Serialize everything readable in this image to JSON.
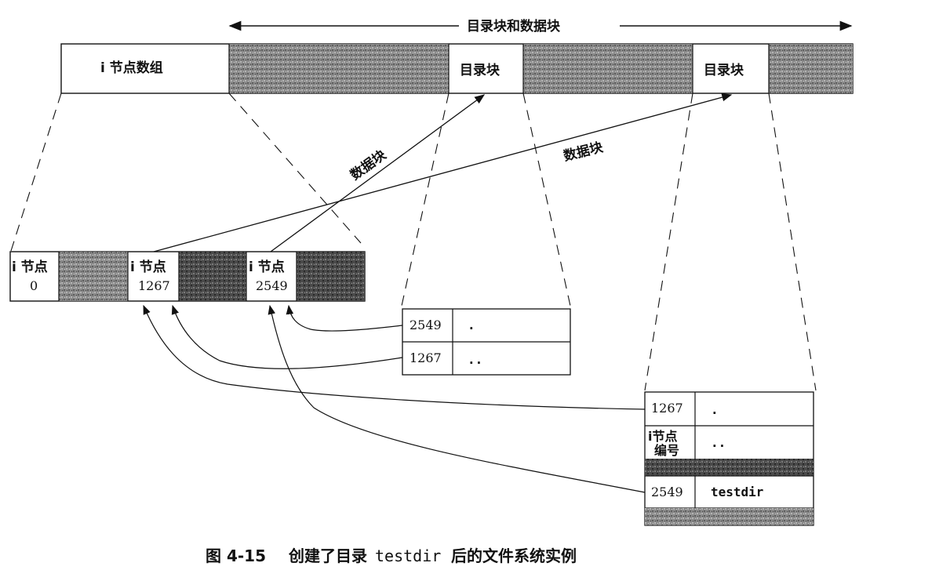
{
  "top_arrow_label": "目录块和数据块",
  "top_bar": {
    "inode_array": "i 节点数组",
    "dir_block_1": "目录块",
    "dir_block_2": "目录块"
  },
  "arrow_labels": [
    "数据块",
    "数据块"
  ],
  "inodes": [
    {
      "line1": "i 节点",
      "line2": "0"
    },
    {
      "line1": "i 节点",
      "line2": "1267"
    },
    {
      "line1": "i 节点",
      "line2": "2549"
    }
  ],
  "dir_block_a": [
    {
      "inode": "2549",
      "name": "."
    },
    {
      "inode": "1267",
      "name": ".."
    }
  ],
  "dir_block_b": [
    {
      "inode": "1267",
      "name": "."
    },
    {
      "inode_line1": "i节点",
      "inode_line2": "编号",
      "name": ".."
    },
    {
      "inode": "2549",
      "name": "testdir"
    }
  ],
  "caption": {
    "figure": "图 4-15",
    "before": "创建了目录",
    "code": "testdir",
    "after": "后的文件系统实例"
  }
}
